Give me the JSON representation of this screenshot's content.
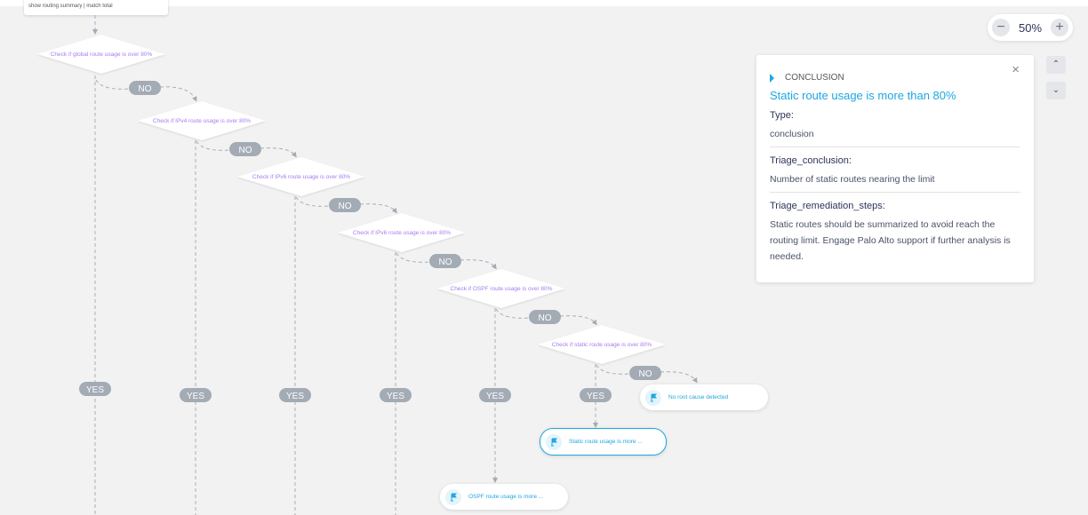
{
  "start_node": {
    "label": "show routing summary | match total"
  },
  "decisions": [
    {
      "label": "Check if global route usage is over 80%"
    },
    {
      "label": "Check if IPv4 route usage is over 80%"
    },
    {
      "label": "Check if IPv6 route usage is over 80%"
    },
    {
      "label": "Check if IPv6 route usage is over 80%"
    },
    {
      "label": "Check if OSPF route usage is over 80%"
    },
    {
      "label": "Check if static route usage is over 80%"
    }
  ],
  "edge_labels": {
    "no": "NO",
    "yes": "YES"
  },
  "conclusions": [
    {
      "label": "No root cause detected",
      "icon": "flag-icon"
    },
    {
      "label": "Static route usage is more ...",
      "icon": "flag-icon",
      "selected": true
    },
    {
      "label": "OSPF route usage is more ...",
      "icon": "flag-icon"
    }
  ],
  "zoom": {
    "value": "50%",
    "minus": "−",
    "plus": "+"
  },
  "nav": {
    "up": "⌃",
    "down": "⌄"
  },
  "panel": {
    "kicker": "CONCLUSION",
    "title": "Static route usage is more than 80%",
    "close": "×",
    "fields": [
      {
        "key": "Type:",
        "value": "conclusion"
      },
      {
        "key": "Triage_conclusion:",
        "value": "Number of static routes nearing the limit"
      },
      {
        "key": "Triage_remediation_steps:",
        "value": "Static routes should be summarized to avoid reach the routing limit. Engage Palo Alto support if further analysis is needed."
      }
    ]
  },
  "colors": {
    "accent": "#1ea7e1",
    "decision_text": "#a47ef0",
    "pill": "#a3abb5",
    "canvas": "#f2f2f2"
  }
}
